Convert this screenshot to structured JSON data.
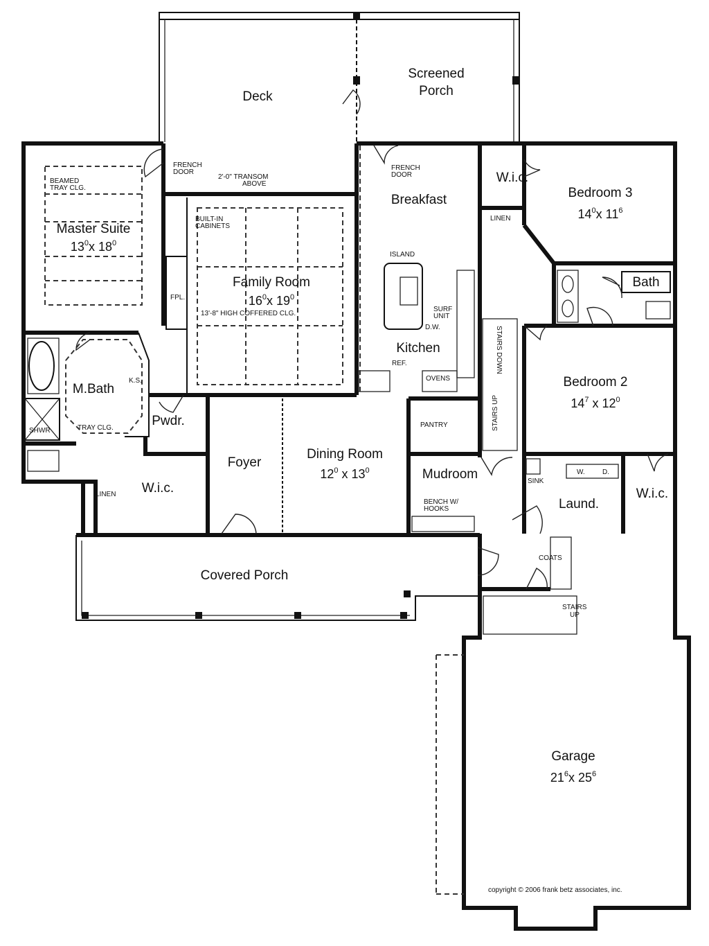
{
  "rooms": {
    "deck": "Deck",
    "screened_porch": "Screened",
    "screened_porch_2": "Porch",
    "master_suite": "Master Suite",
    "master_suite_dim": [
      "13",
      "0",
      "x 18",
      "0"
    ],
    "breakfast": "Breakfast",
    "family_room": "Family Room",
    "family_room_dim": [
      "16",
      "0",
      "x 19",
      "0"
    ],
    "kitchen": "Kitchen",
    "bedroom3": "Bedroom 3",
    "bedroom3_dim": [
      "14",
      "0",
      "x 11",
      "6"
    ],
    "bedroom2": "Bedroom 2",
    "bedroom2_dim": [
      "14",
      "7",
      " x 12",
      "0"
    ],
    "bath": "Bath",
    "wic_top": "W.i.c.",
    "wic_master": "W.i.c.",
    "wic_right": "W.i.c.",
    "mbath": "M.Bath",
    "pwdr": "Pwdr.",
    "foyer": "Foyer",
    "dining_room": "Dining Room",
    "dining_room_dim": [
      "12",
      "0",
      " x 13",
      "0"
    ],
    "mudroom": "Mudroom",
    "laund": "Laund.",
    "covered_porch": "Covered Porch",
    "garage": "Garage",
    "garage_dim": [
      "21",
      "6",
      "x 25",
      "6"
    ]
  },
  "notes": {
    "beamed": "BEAMED",
    "tray_clg": "TRAY CLG.",
    "french_door_1a": "FRENCH",
    "french_door_1b": "DOOR",
    "transom_1": "2'-0\" TRANSOM",
    "transom_2": "ABOVE",
    "french_door_2a": "FRENCH",
    "french_door_2b": "DOOR",
    "built_in_1": "BUILT-IN",
    "built_in_2": "CABINETS",
    "fpl": "FPL.",
    "coffered": "13'-8\" HIGH COFFERED CLG.",
    "island": "ISLAND",
    "surf_1": "SURF",
    "surf_2": "UNIT",
    "dw": "D.W.",
    "ref": "REF.",
    "ovens": "OVENS",
    "pantry": "PANTRY",
    "linen_top": "LINEN",
    "linen_master": "LINEN",
    "stairs_down": "STAIRS DOWN",
    "stairs_up": "STAIRS UP",
    "ks": "K.S.",
    "shwr": "SHWR",
    "mbath_tray": "TRAY CLG.",
    "bench_1": "BENCH W/",
    "bench_2": "HOOKS",
    "sink": "SINK",
    "washer": "W.",
    "dryer": "D.",
    "coats": "COATS",
    "stairs_up_2a": "STAIRS",
    "stairs_up_2b": "UP"
  },
  "copyright": "copyright © 2006 frank betz associates, inc."
}
